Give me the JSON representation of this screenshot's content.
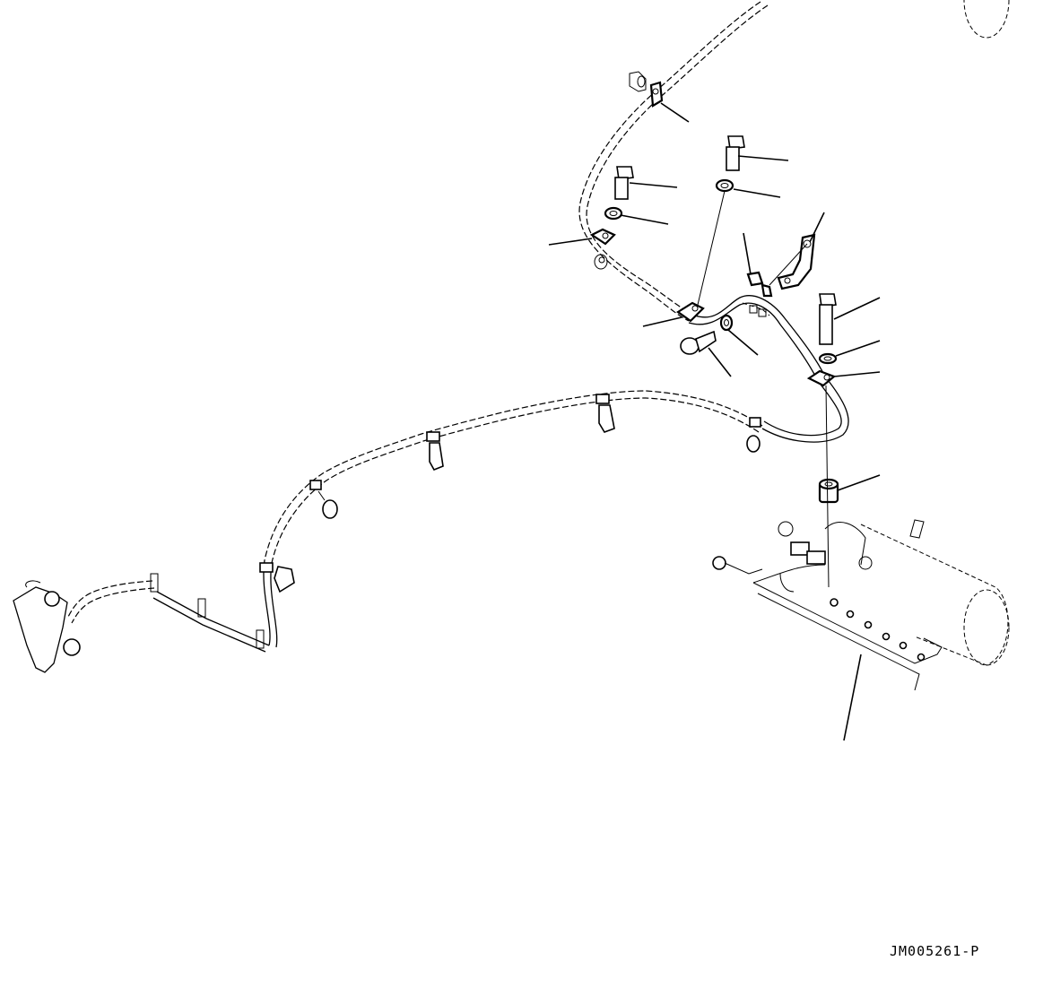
{
  "diagram": {
    "type": "exploded-parts-diagram",
    "reference_code": "JM005261-P",
    "components": [
      {
        "name": "hose-harness",
        "description": "Long harness/hose routed from upper right down across to left bracket"
      },
      {
        "name": "clamp-upper",
        "description": "Clip clamp near top of hose"
      },
      {
        "name": "spacer-upper",
        "description": "Cylindrical spacer"
      },
      {
        "name": "bolt-left",
        "description": "Hex bolt"
      },
      {
        "name": "washer-left",
        "description": "Washer"
      },
      {
        "name": "bolt-right",
        "description": "Hex bolt"
      },
      {
        "name": "washer-right",
        "description": "Washer"
      },
      {
        "name": "clamp-mid-left",
        "description": "Hose clamp"
      },
      {
        "name": "spacer-mid",
        "description": "Spacer"
      },
      {
        "name": "bracket-angle",
        "description": "Angled bracket"
      },
      {
        "name": "plate-clip",
        "description": "Plate clip"
      },
      {
        "name": "clamp-center",
        "description": "Hose clamp"
      },
      {
        "name": "bolt-horizontal",
        "description": "Hex bolt"
      },
      {
        "name": "nut-small",
        "description": "Nut"
      },
      {
        "name": "bolt-long",
        "description": "Long hex bolt"
      },
      {
        "name": "washer-long",
        "description": "Washer"
      },
      {
        "name": "clamp-right",
        "description": "Hose clamp"
      },
      {
        "name": "spacer-lower",
        "description": "Cylindrical spacer"
      },
      {
        "name": "starter-motor",
        "description": "Cylindrical motor with bracket plate"
      },
      {
        "name": "left-bracket",
        "description": "Mounting bracket at left end"
      }
    ],
    "leader_line_count": 17
  }
}
